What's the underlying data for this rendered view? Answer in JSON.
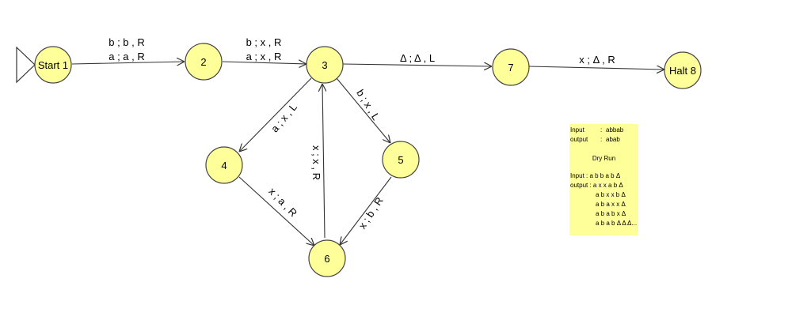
{
  "diagram": {
    "states": [
      {
        "id": "s1",
        "label": "Start 1"
      },
      {
        "id": "s2",
        "label": "2"
      },
      {
        "id": "s3",
        "label": "3"
      },
      {
        "id": "s4",
        "label": "4"
      },
      {
        "id": "s5",
        "label": "5"
      },
      {
        "id": "s6",
        "label": "6"
      },
      {
        "id": "s7",
        "label": "7"
      },
      {
        "id": "s8",
        "label": "Halt 8"
      }
    ],
    "transitions": [
      {
        "from": "Start 1",
        "to": "2",
        "labels": [
          "b ; b , R",
          "a ; a , R"
        ]
      },
      {
        "from": "2",
        "to": "3",
        "labels": [
          "b ; x , R",
          "a ; x , R"
        ]
      },
      {
        "from": "3",
        "to": "7",
        "labels": [
          "Δ ; Δ , L"
        ]
      },
      {
        "from": "7",
        "to": "Halt 8",
        "labels": [
          "x ; Δ , R"
        ]
      },
      {
        "from": "3",
        "to": "4",
        "labels": [
          "a ; x , L"
        ]
      },
      {
        "from": "3",
        "to": "5",
        "labels": [
          "b ; x , L"
        ]
      },
      {
        "from": "4",
        "to": "6",
        "labels": [
          "x ; a , R"
        ]
      },
      {
        "from": "5",
        "to": "6",
        "labels": [
          "x ; b , R"
        ]
      },
      {
        "from": "6",
        "to": "3",
        "labels": [
          "x ; x , R"
        ]
      }
    ]
  },
  "note": {
    "input_key": "Input",
    "input_sep": ":",
    "input_val": "abbab",
    "output_key": "output",
    "output_sep": ":",
    "output_val": "abab",
    "title": "Dry  Run",
    "run_input": "Input   : a b b a b Δ",
    "run_output_lines": [
      "output : a x x  a b Δ",
      "a b x  x b Δ",
      "a b a x  x Δ",
      "a b a b x Δ",
      "a b a b Δ Δ Δ..."
    ]
  },
  "colors": {
    "state_fill": "#ffff99",
    "note_fill": "#ffff99"
  }
}
